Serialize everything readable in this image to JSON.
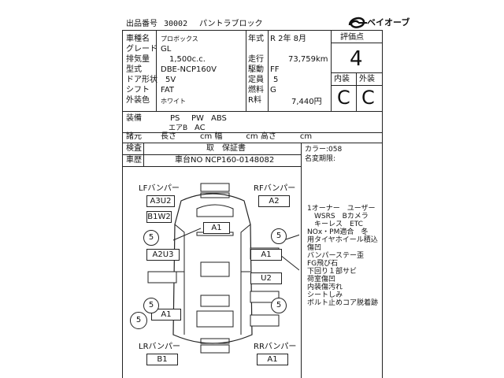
{
  "header": {
    "lot_label": "出品番号",
    "lot_number": "30002",
    "model_name": "パントラブロック",
    "brand_logo": "ベイオーブ"
  },
  "specs": {
    "car_name_label": "車種名",
    "car_name": "プロボックス",
    "grade_label": "グレード",
    "grade": "GL",
    "displacement_label": "排気量",
    "displacement": "1,500c.c.",
    "model_label": "型式",
    "model": "DBE-NCP160V",
    "door_label": "ドア形状",
    "door": "5V",
    "shift_label": "シフト",
    "shift": "FAT",
    "color_label": "外装色",
    "color": "ホワイト",
    "year_label": "年式",
    "year": "R 2年 8月",
    "mileage_label": "走行",
    "mileage": "73,759km",
    "drive_label": "駆動",
    "drive": "FF",
    "capacity_label": "定員",
    "capacity": "5",
    "fuel_label": "燃料",
    "fuel": "G",
    "tax_label": "R料",
    "tax": "7,440円"
  },
  "scores": {
    "rating_label": "評価点",
    "rating": "4",
    "interior_label": "内装",
    "interior": "C",
    "exterior_label": "外装",
    "exterior": "C"
  },
  "equipment": {
    "label": "装備",
    "items_row1": [
      "PS",
      "PW",
      "ABS"
    ],
    "items_row2": [
      "エアB",
      "AC"
    ],
    "dims_label": "諸元",
    "dims_text": "長さ　　　cm 幅　　　cm 高さ　　　cm"
  },
  "inspection": {
    "label": "検査",
    "value": "取　保証書",
    "chassis_label": "車歴",
    "chassis": "車台NO NCP160-0148082",
    "color_code": "カラー:058",
    "name_change": "名変期限:"
  },
  "diagram": {
    "lf_label": "LFバンパー",
    "lf_value": "A3U2",
    "rf_label": "RFバンパー",
    "rf_value": "A2",
    "lr_label": "LRバンパー",
    "lr_value": "B1",
    "rr_label": "RRバンパー",
    "rr_value": "A1",
    "marks": [
      "A1",
      "A2U3",
      "A1",
      "U2",
      "A1",
      "B1W2"
    ],
    "circles": [
      "5",
      "5",
      "5",
      "5",
      "5"
    ]
  },
  "notes": [
    "1オーナー　ユーザー",
    "　WSRS　Bカメラ",
    "　キーレス　ETC",
    "NOx・PM適合　冬",
    "用タイヤホイール積込",
    "傷凹",
    "バンパーステー歪",
    "FG飛び石",
    "下回り１部サビ",
    "荷室傷凹",
    "内装傷汚れ",
    "シートしみ",
    "ボルト止めコア脱着跡"
  ]
}
